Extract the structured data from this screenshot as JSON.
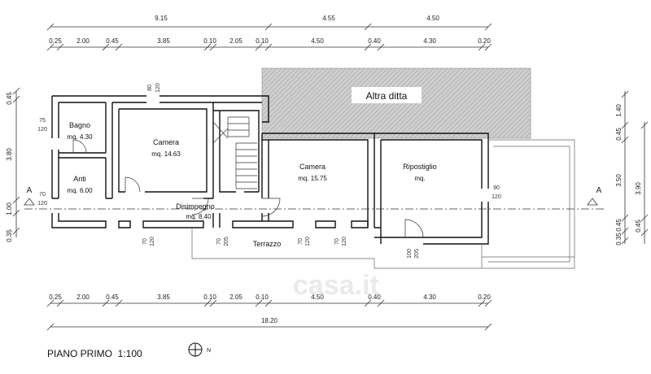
{
  "top_dims": {
    "overall": [
      "9.15",
      "4.55",
      "4.50"
    ],
    "detail": [
      "0.25",
      "2.00",
      "0.45",
      "3.85",
      "0.10",
      "2.05",
      "0.10",
      "4.50",
      "0.40",
      "4.30",
      "0.20"
    ]
  },
  "bottom_dims": {
    "detail": [
      "0.25",
      "2.00",
      "0.45",
      "3.85",
      "0.10",
      "2.05",
      "0.10",
      "4.50",
      "0.40",
      "4.30",
      "0.20"
    ],
    "total": "18.20"
  },
  "left_dims": [
    "0.45",
    "3.80",
    "1.00",
    "0.35"
  ],
  "right_dims": {
    "detail": [
      "1.40",
      "0.45",
      "3.50",
      "0.45",
      "0.35"
    ],
    "overall": [
      "3.90",
      "0.45"
    ]
  },
  "rooms": {
    "bagno": {
      "name": "Bagno",
      "area": "mq. 4.30"
    },
    "anti": {
      "name": "Anti",
      "area": "mq. 6.00"
    },
    "camera1": {
      "name": "Camera",
      "area": "mq. 14.63"
    },
    "camera2": {
      "name": "Camera",
      "area": "mq. 15.75"
    },
    "ripostiglio": {
      "name": "Ripostiglio",
      "area": "mq."
    },
    "disimpegno": {
      "name": "Disimpegno",
      "area": "mq. 8.40"
    },
    "terrazzo": {
      "name": "Terrazzo"
    },
    "altra_ditta": {
      "name": "Altra ditta"
    }
  },
  "openings": [
    {
      "w": "80",
      "h": "120"
    },
    {
      "w": "75",
      "h": "120"
    },
    {
      "w": "70",
      "h": "120"
    },
    {
      "w": "90",
      "h": "120"
    },
    {
      "w": "70",
      "h": "120"
    },
    {
      "w": "70",
      "h": "205"
    },
    {
      "w": "70",
      "h": "120"
    },
    {
      "w": "70",
      "h": "120"
    },
    {
      "w": "100",
      "h": "205"
    }
  ],
  "section_label": "A",
  "drawing_title": "PIANO PRIMO  1:100",
  "north_label": "N",
  "watermark": "casa.it"
}
